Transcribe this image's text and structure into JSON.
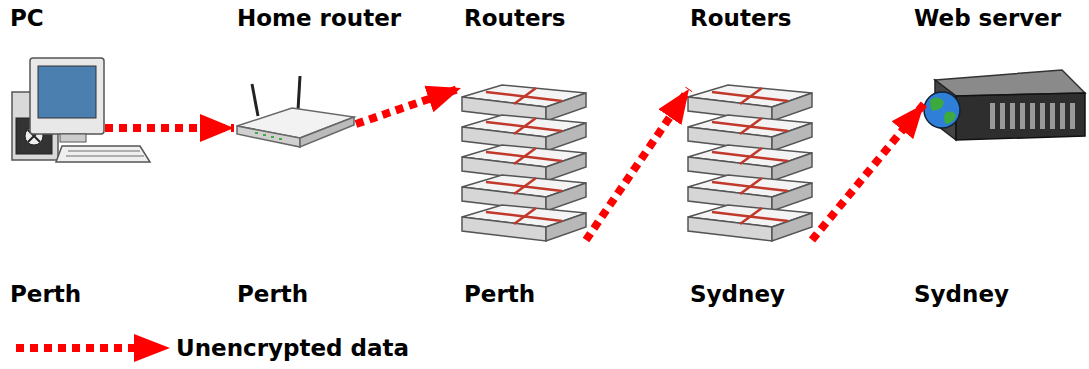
{
  "diagram": {
    "nodes": [
      {
        "text": [
          "PC",
          "Perth"
        ]
      },
      {
        "text": [
          "Home router",
          "Perth"
        ]
      },
      {
        "text": [
          "Routers",
          "Perth"
        ]
      },
      {
        "text": [
          "Routers",
          "Sydney"
        ]
      },
      {
        "text": [
          "Web server",
          "Sydney"
        ]
      }
    ],
    "edges": [
      {
        "from": 0,
        "to": 1,
        "arrow": "to"
      },
      {
        "from": 1,
        "to": 2,
        "arrow": "to"
      },
      {
        "from": 2,
        "to": 3,
        "arrow": "to"
      },
      {
        "from": 3,
        "to": 4,
        "arrow": "to"
      }
    ],
    "legend": [
      {
        "text": "Unencrypted data"
      }
    ]
  }
}
